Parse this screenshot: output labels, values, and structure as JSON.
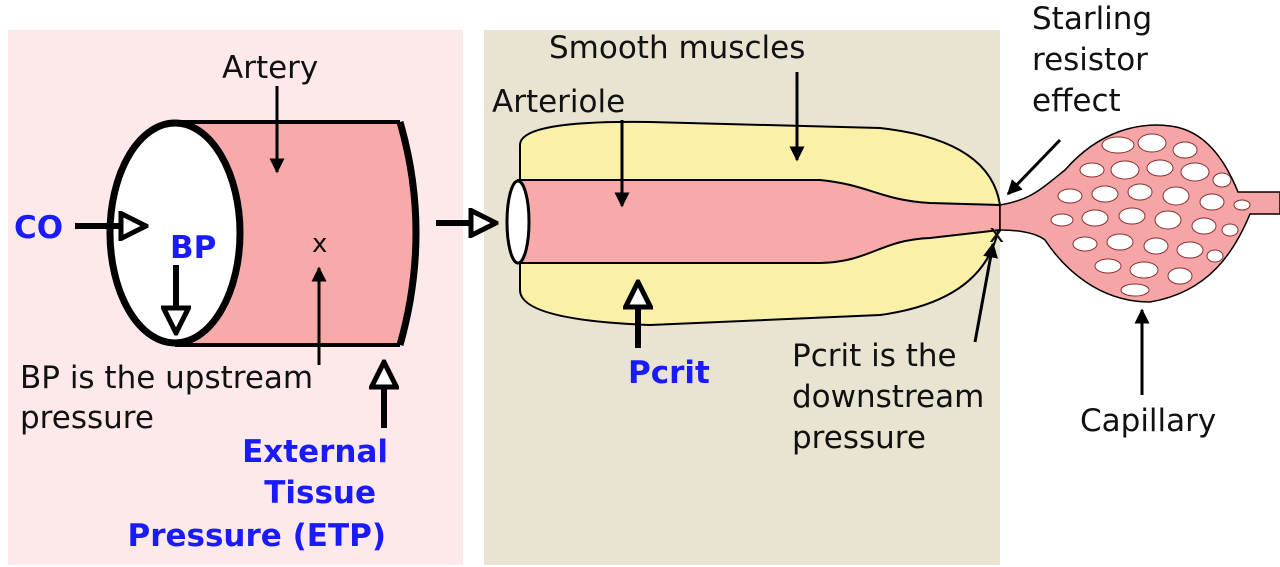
{
  "colors": {
    "left_panel_bg": "#fde9e9",
    "mid_panel_bg": "#e9e3d2",
    "vessel_fill": "#f8a9aa",
    "muscle_fill": "#fbf0a8",
    "label_blue": "#1a1aff",
    "outline": "#000000"
  },
  "labels": {
    "artery": "Artery",
    "co": "CO",
    "bp": "BP",
    "x_mark_artery": "x",
    "bp_note_line1": "BP is the upstream",
    "bp_note_line2": "pressure",
    "etp_line1": "External",
    "etp_line2": "Tissue",
    "etp_line3": "Pressure (ETP)",
    "smooth_muscles": "Smooth muscles",
    "arteriole": "Arteriole",
    "pcrit": "Pcrit",
    "x_mark_pcrit": "x",
    "pcrit_note_line1": "Pcrit is the",
    "pcrit_note_line2": "downstream",
    "pcrit_note_line3": "pressure",
    "starling_line1": "Starling",
    "starling_line2": "resistor",
    "starling_line3": "effect",
    "capillary": "Capillary"
  },
  "icons": {
    "open_arrowhead": "open-triangle-arrowhead",
    "line_arrowhead": "filled-arrowhead"
  }
}
